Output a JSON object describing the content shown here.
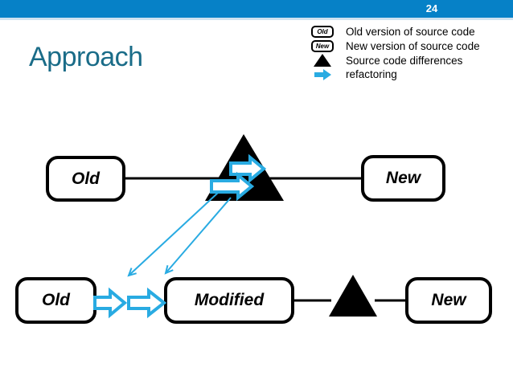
{
  "slide": {
    "page_number": "24",
    "title": "Approach"
  },
  "legend": {
    "items": [
      {
        "icon": "old-box-icon",
        "box_label": "Old",
        "label": "Old version of source code"
      },
      {
        "icon": "new-box-icon",
        "box_label": "New",
        "label": "New version of source code"
      },
      {
        "icon": "diff-triangle-icon",
        "label": "Source code differences"
      },
      {
        "icon": "refactoring-arrow-icon",
        "label": "refactoring"
      }
    ]
  },
  "diagram": {
    "nodes": {
      "top_old": "Old",
      "top_new": "New",
      "bottom_old": "Old",
      "bottom_modified": "Modified",
      "bottom_new": "New"
    }
  },
  "colors": {
    "top_bar_blue": "#0681c7",
    "title_teal": "#1a6c88",
    "refactoring_cyan": "#29abe2",
    "diff_black": "#000000"
  }
}
